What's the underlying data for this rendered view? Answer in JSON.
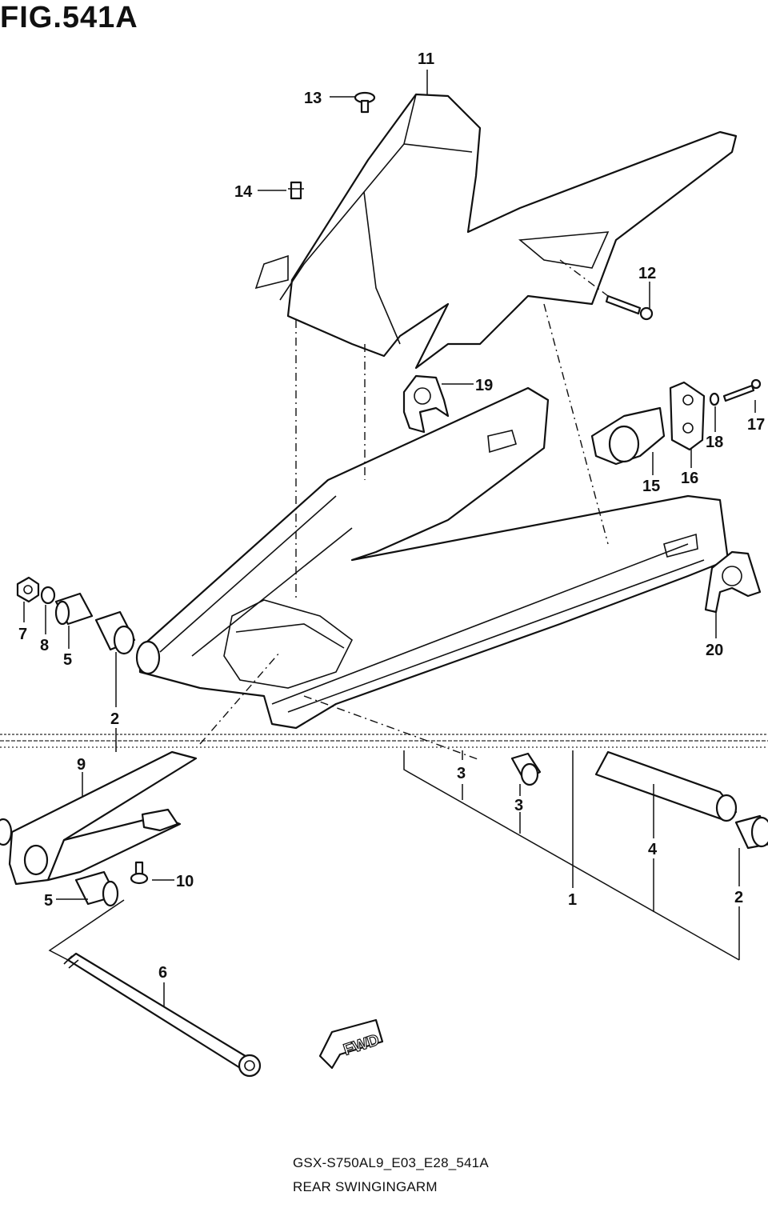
{
  "figure": {
    "title": "FIG.541A"
  },
  "footer": {
    "model_code": "GSX-S750AL9_E03_E28_541A",
    "caption": "REAR SWINGINGARM"
  },
  "fwd_label": "FWD",
  "callouts": [
    "11",
    "13",
    "14",
    "12",
    "19",
    "17",
    "18",
    "16",
    "15",
    "20",
    "7",
    "8",
    "5",
    "2",
    "9",
    "3",
    "3",
    "10",
    "4",
    "1",
    "2",
    "5",
    "6"
  ],
  "icons": [
    "fwd-arrow-icon"
  ]
}
